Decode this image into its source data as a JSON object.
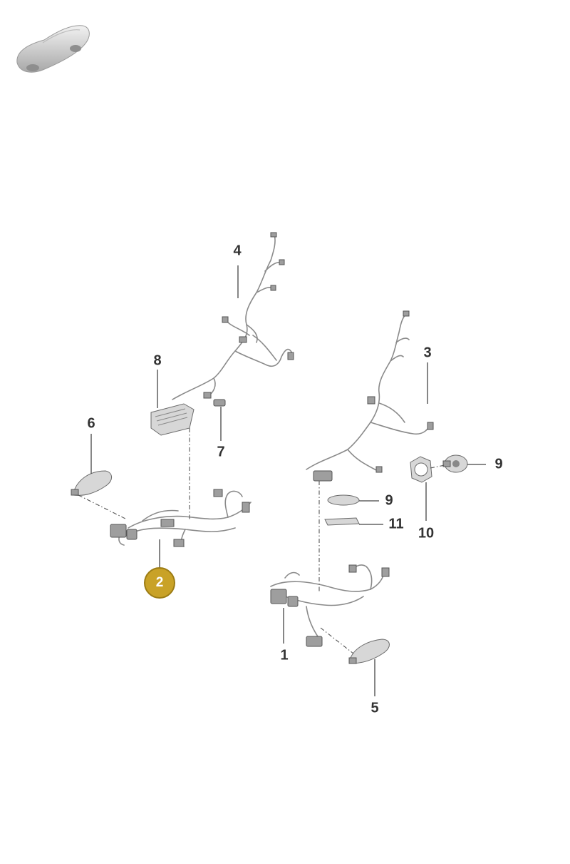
{
  "diagram": {
    "active_callout": "2",
    "callouts": [
      {
        "id": "c1",
        "label": "1"
      },
      {
        "id": "c2",
        "label": "2"
      },
      {
        "id": "c3",
        "label": "3"
      },
      {
        "id": "c4",
        "label": "4"
      },
      {
        "id": "c5",
        "label": "5"
      },
      {
        "id": "c6",
        "label": "6"
      },
      {
        "id": "c7",
        "label": "7"
      },
      {
        "id": "c8",
        "label": "8"
      },
      {
        "id": "c9a",
        "label": "9"
      },
      {
        "id": "c9b",
        "label": "9"
      },
      {
        "id": "c10",
        "label": "10"
      },
      {
        "id": "c11",
        "label": "11"
      }
    ],
    "colors": {
      "active_fill": "#c9a227",
      "label_text": "#333333",
      "part_fill": "#d7d7d7",
      "line": "#444444"
    },
    "icons": [
      "car-thumbnail-icon"
    ]
  }
}
